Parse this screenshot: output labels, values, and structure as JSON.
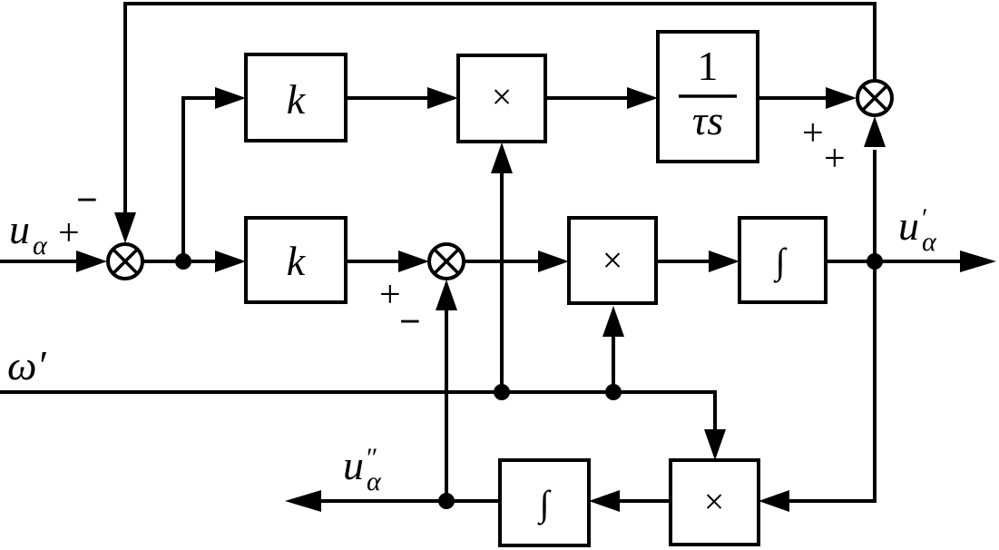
{
  "labels": {
    "input_u_alpha": "u",
    "input_u_alpha_sub": "α",
    "omega_prime": "ω′",
    "output_u_alpha_prime": "u",
    "output_u_alpha_prime_sup": "′",
    "output_u_alpha_prime_sub": "α",
    "output_u_alpha_dprime": "u",
    "output_u_alpha_dprime_sup": "″",
    "output_u_alpha_dprime_sub": "α"
  },
  "blocks": {
    "gain_top": "k",
    "gain_bottom": "k",
    "multiply_top": "×",
    "multiply_mid": "×",
    "multiply_bottom": "×",
    "integrator_tau_num": "1",
    "integrator_tau_den": "τs",
    "integrator_mid": "∫",
    "integrator_bottom": "∫"
  },
  "signs": {
    "sum1_plus": "+",
    "sum1_minus": "−",
    "sum2_plus": "+",
    "sum2_minus": "−",
    "sum3_plus_a": "+",
    "sum3_plus_b": "+"
  }
}
